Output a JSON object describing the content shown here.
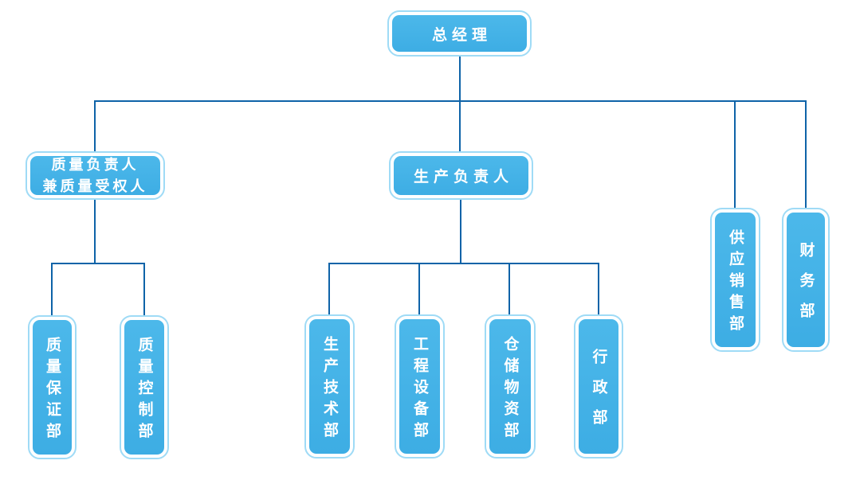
{
  "diagram": {
    "type": "org-chart",
    "connector_color": "#0e63a8",
    "node_fill_color": "#41b1e6",
    "node_outline_color": "#9fdbf6",
    "node_text_color": "#ffffff",
    "background_color": "#ffffff",
    "nodes": [
      {
        "id": "general-manager",
        "label": "总经理",
        "level": 1,
        "parent": null
      },
      {
        "id": "quality-director",
        "label": "质量负责人\n兼质量受权人",
        "level": 2,
        "parent": "general-manager"
      },
      {
        "id": "production-director",
        "label": "生产负责人",
        "level": 2,
        "parent": "general-manager"
      },
      {
        "id": "supply-sales-dept",
        "label": "供应销售部",
        "level": 2,
        "parent": "general-manager"
      },
      {
        "id": "finance-dept",
        "label": "财务部",
        "level": 2,
        "parent": "general-manager"
      },
      {
        "id": "quality-assurance-dept",
        "label": "质量保证部",
        "level": 3,
        "parent": "quality-director"
      },
      {
        "id": "quality-control-dept",
        "label": "质量控制部",
        "level": 3,
        "parent": "quality-director"
      },
      {
        "id": "production-technology-dept",
        "label": "生产技术部",
        "level": 3,
        "parent": "production-director"
      },
      {
        "id": "engineering-equipment-dept",
        "label": "工程设备部",
        "level": 3,
        "parent": "production-director"
      },
      {
        "id": "warehouse-materials-dept",
        "label": "仓储物资部",
        "level": 3,
        "parent": "production-director"
      },
      {
        "id": "administration-dept",
        "label": "行政部",
        "level": 3,
        "parent": "production-director"
      }
    ]
  }
}
